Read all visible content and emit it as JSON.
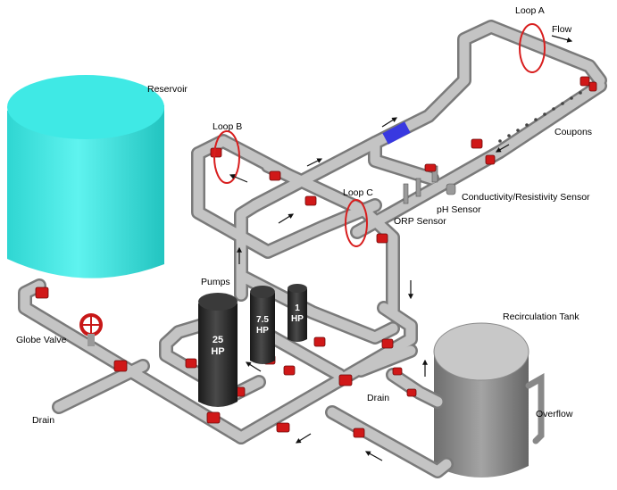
{
  "labels": {
    "reservoir": "Reservoir",
    "loop_a": "Loop A",
    "flow": "Flow",
    "loop_b": "Loop B",
    "coupons": "Coupons",
    "loop_c": "Loop C",
    "cond_sensor": "Conductivity/Resistivity Sensor",
    "ph_sensor": "pH Sensor",
    "orp_sensor": "ORP Sensor",
    "pumps": "Pumps",
    "globe_valve": "Globe Valve",
    "recirc_tank": "Recirculation Tank",
    "drain_left": "Drain",
    "drain_right": "Drain",
    "overflow": "Overflow"
  },
  "pumps": [
    {
      "line1": "25",
      "line2": "HP"
    },
    {
      "line1": "7.5",
      "line2": "HP"
    },
    {
      "line1": "1",
      "line2": "HP"
    }
  ],
  "colors": {
    "reservoir": "#34e8e4",
    "pipe": "#b4b4b4",
    "coupling": "#d01818",
    "pump": "#2a2a2a",
    "tank": "#8c8c8c",
    "loop_marker": "#d81e1e",
    "blue_section": "#3838e0"
  }
}
